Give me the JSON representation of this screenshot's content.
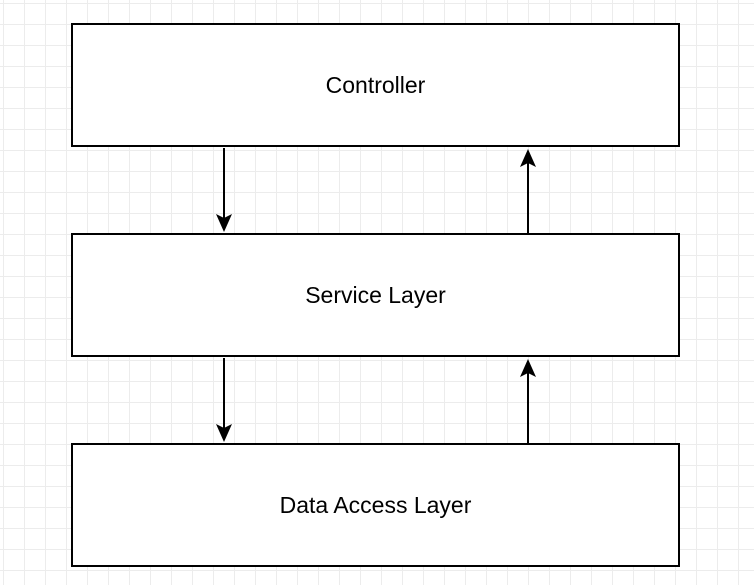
{
  "diagram": {
    "nodes": [
      {
        "id": "controller",
        "label": "Controller"
      },
      {
        "id": "service",
        "label": "Service Layer"
      },
      {
        "id": "data_access",
        "label": "Data Access Layer"
      }
    ],
    "edges": [
      {
        "from": "controller",
        "to": "service"
      },
      {
        "from": "service",
        "to": "controller"
      },
      {
        "from": "service",
        "to": "data_access"
      },
      {
        "from": "data_access",
        "to": "service"
      }
    ],
    "colors": {
      "stroke": "#000000",
      "fill": "#ffffff",
      "grid": "#ececec"
    }
  }
}
